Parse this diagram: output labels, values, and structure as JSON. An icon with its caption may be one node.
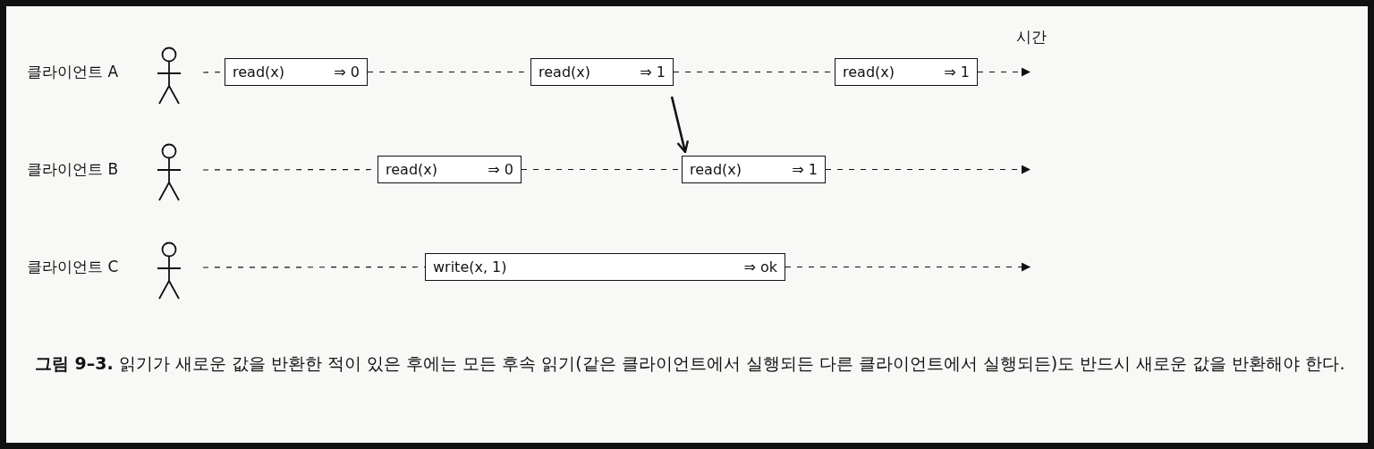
{
  "diagram": {
    "caption": "**그림 9–3.** 읽기가 새로운 값을 반환한 적이 있은 후에는 모든 후속 읽기(같은 클라이언트에서 실행되든 다른 클라이언트에서 실행되든)도 반드시 새로운 값을 반환해야 한다.",
    "nodes": [
      {
        "text": [],
        "shape": "person",
        "beside": [
          "클라이언트 A"
        ]
      },
      {
        "text": [
          "read(x)",
          "⇒ 0"
        ]
      },
      {
        "text": [
          "read(x)",
          "⇒ 1"
        ]
      },
      {
        "text": [
          "read(x)",
          "⇒ 1"
        ]
      },
      {
        "text": [],
        "shape": "person",
        "beside": [
          "클라이언트 B"
        ]
      },
      {
        "text": [
          "read(x)",
          "⇒ 0"
        ]
      },
      {
        "text": [
          "read(x)",
          "⇒ 1"
        ]
      },
      {
        "text": [],
        "shape": "person",
        "beside": [
          "클라이언트 C"
        ]
      },
      {
        "text": [
          "write(x, 1)",
          "⇒ ok"
        ]
      }
    ],
    "edges": [
      {
        "from": 0,
        "to": 1,
        "arrow": "none",
        "style": "dashed"
      },
      {
        "from": 1,
        "to": 2,
        "arrow": "none",
        "style": "dashed"
      },
      {
        "from": 2,
        "to": 3,
        "arrow": "none",
        "style": "dashed"
      },
      {
        "from": 3,
        "to": null,
        "arrow": "to",
        "style": "dashed"
      },
      {
        "from": 2,
        "to": 6,
        "arrow": "to"
      },
      {
        "from": 4,
        "to": 5,
        "arrow": "none",
        "style": "dashed"
      },
      {
        "from": 5,
        "to": 6,
        "arrow": "none",
        "style": "dashed"
      },
      {
        "from": 6,
        "to": null,
        "arrow": "to",
        "style": "dashed"
      },
      {
        "from": 7,
        "to": 8,
        "arrow": "none",
        "style": "dashed"
      },
      {
        "from": 8,
        "to": null,
        "arrow": "to",
        "style": "dashed"
      }
    ],
    "labels": [
      "시간"
    ]
  }
}
